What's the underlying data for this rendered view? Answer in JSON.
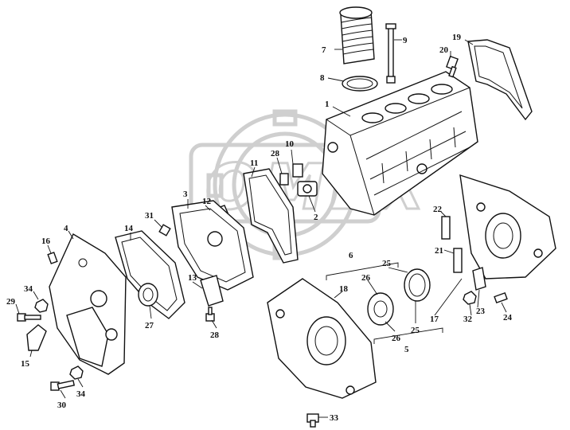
{
  "watermark": {
    "text": "OMEX"
  },
  "labels": {
    "p1": "1",
    "p2": "2",
    "p3": "3",
    "p4": "4",
    "p5": "5",
    "p6": "6",
    "p7": "7",
    "p8": "8",
    "p9": "9",
    "p10": "10",
    "p11": "11",
    "p12": "12",
    "p13": "13",
    "p14": "14",
    "p15": "15",
    "p16": "16",
    "p17": "17",
    "p18": "18",
    "p19": "19",
    "p20": "20",
    "p21": "21",
    "p22": "22",
    "p23": "23",
    "p24": "24",
    "p25a": "25",
    "p25b": "25",
    "p26a": "26",
    "p26b": "26",
    "p27": "27",
    "p28a": "28",
    "p28b": "28",
    "p29": "29",
    "p30": "30",
    "p31": "31",
    "p32": "32",
    "p33": "33",
    "p34a": "34",
    "p34b": "34"
  }
}
